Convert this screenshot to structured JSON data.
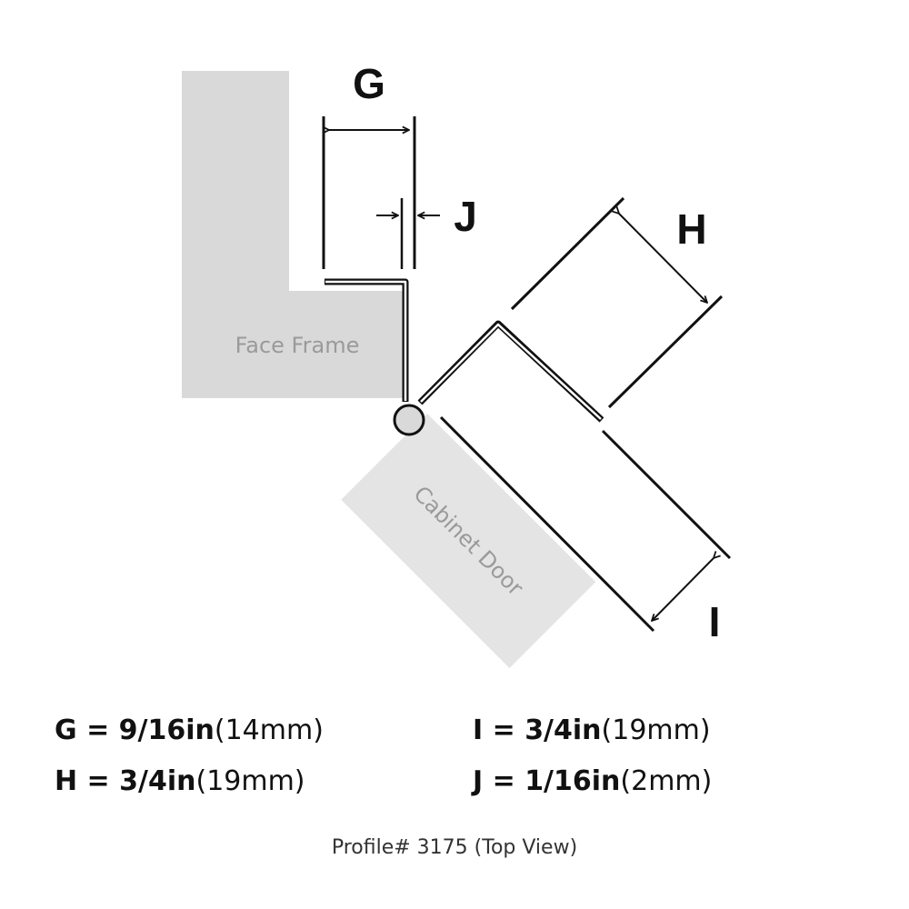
{
  "diagram": {
    "face_frame_label": "Face Frame",
    "cabinet_door_label": "Cabinet Door",
    "dim_g": "G",
    "dim_h": "H",
    "dim_i": "I",
    "dim_j": "J"
  },
  "specs": [
    {
      "key": "G = 9/16in",
      "value": "(14mm)"
    },
    {
      "key": "H = 3/4in",
      "value": "(19mm)"
    },
    {
      "key": "I = 3/4in",
      "value": "(19mm)"
    },
    {
      "key": "J = 1/16in",
      "value": "(2mm)"
    }
  ],
  "caption": "Profile# 3175 (Top View)",
  "colors": {
    "panel_fill": "#d9d9d9",
    "door_fill": "#e4e4e4",
    "line": "#111111",
    "part_text": "#9a9a9a"
  }
}
